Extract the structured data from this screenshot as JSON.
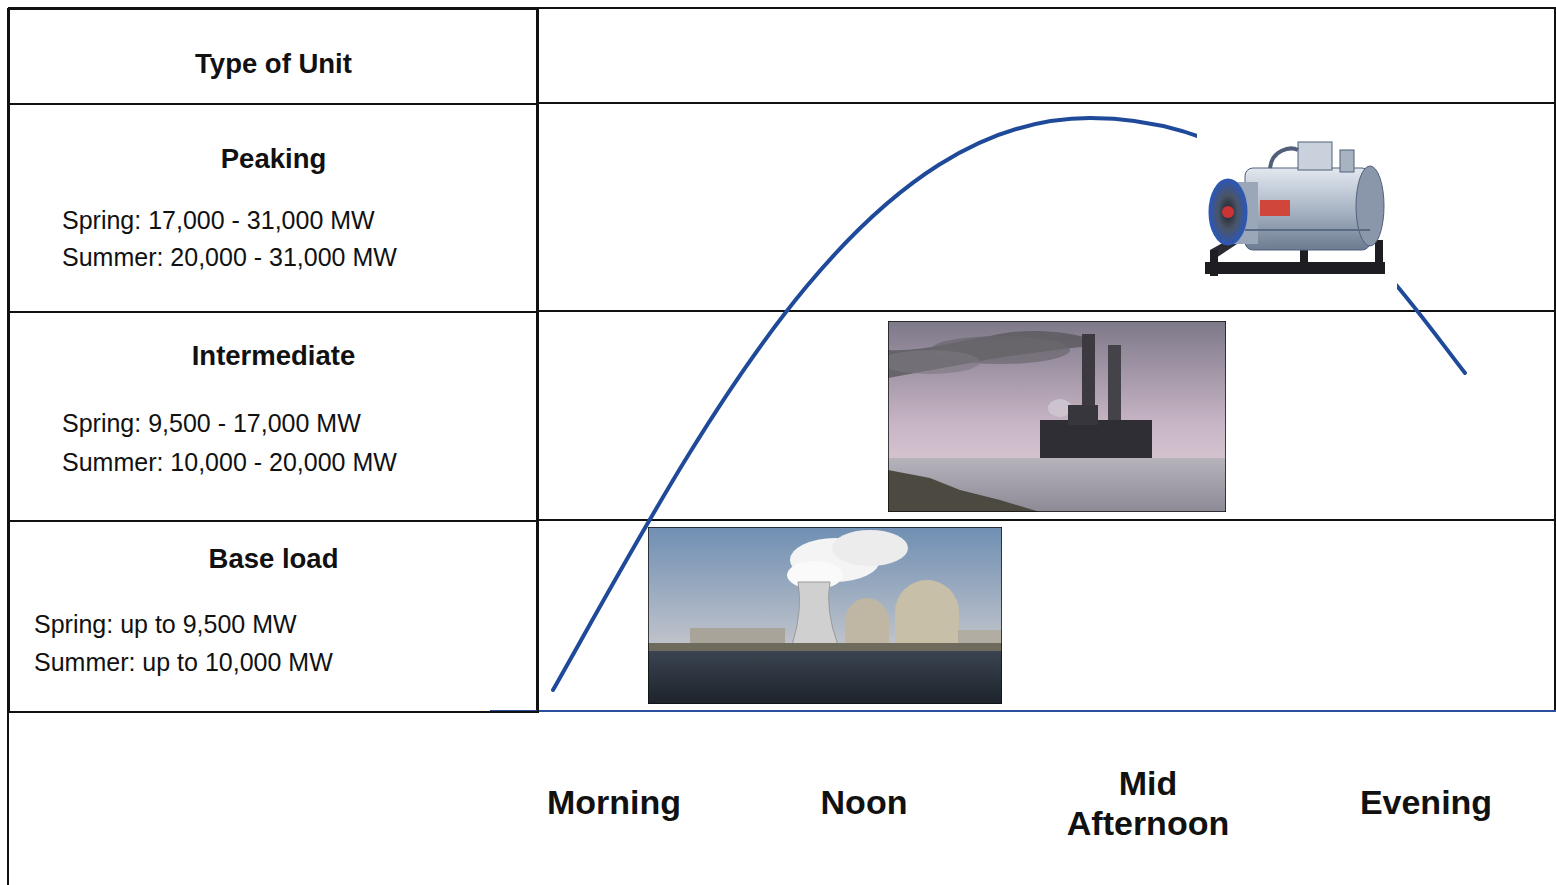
{
  "diagram": {
    "nodes": [
      {
        "text": [
          "Type of Unit"
        ]
      },
      {
        "text": [
          "Peaking",
          "Spring: 17,000 - 31,000 MW",
          "Summer: 20,000 - 31,000 MW"
        ]
      },
      {
        "text": [
          "Intermediate",
          "Spring: 9,500 - 17,000 MW",
          "Summer: 10,000 - 20,000 MW"
        ]
      },
      {
        "text": [
          "Base load",
          "Spring: up to 9,500 MW",
          "Summer: up to 10,000 MW"
        ]
      }
    ],
    "labels": [
      "Morning",
      "Noon",
      "Mid Afternoon",
      "Evening"
    ]
  }
}
